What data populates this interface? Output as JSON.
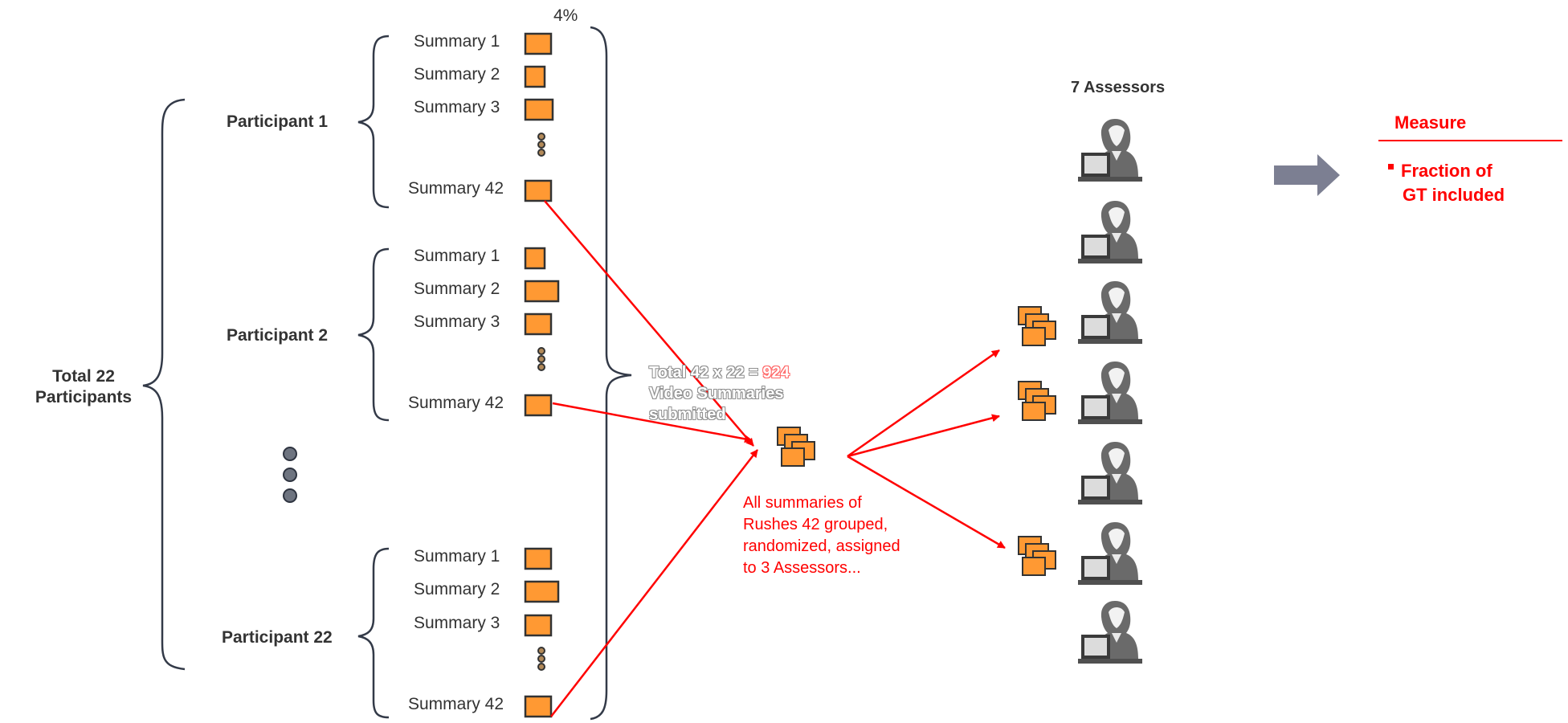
{
  "top_percent": "4%",
  "participants": [
    {
      "label": "Participant 1",
      "summaries": [
        "Summary 1",
        "Summary 2",
        "Summary 3",
        "Summary 42"
      ]
    },
    {
      "label": "Participant 2",
      "summaries": [
        "Summary 1",
        "Summary 2",
        "Summary 3",
        "Summary 42"
      ]
    },
    {
      "label": "Participant 22",
      "summaries": [
        "Summary 1",
        "Summary 2",
        "Summary 3",
        "Summary 42"
      ]
    }
  ],
  "total_participants": {
    "line1": "Total 22",
    "line2": "Participants"
  },
  "total_summaries": {
    "prefix": "Total 42 x 22 = ",
    "value": "924",
    "line2": "Video Summaries",
    "line3": "submitted"
  },
  "grouped_note": [
    "All summaries of",
    "Rushes 42 grouped,",
    "randomized, assigned",
    "to 3 Assessors..."
  ],
  "assessors_title": "7 Assessors",
  "measure": {
    "title": "Measure",
    "item_line1": "Fraction of",
    "item_line2": "GT included"
  },
  "colors": {
    "box_fill": "#ff9933",
    "box_stroke": "#333333",
    "arrow": "#ff0000",
    "brace": "#333a48",
    "dot": "#6e7480",
    "big_arrow": "#7c7f92"
  },
  "icons": {
    "summary": "video-summary-box-icon",
    "stack": "summary-stack-icon",
    "assessor": "assessor-at-computer-icon",
    "arrow": "right-arrow-icon"
  }
}
